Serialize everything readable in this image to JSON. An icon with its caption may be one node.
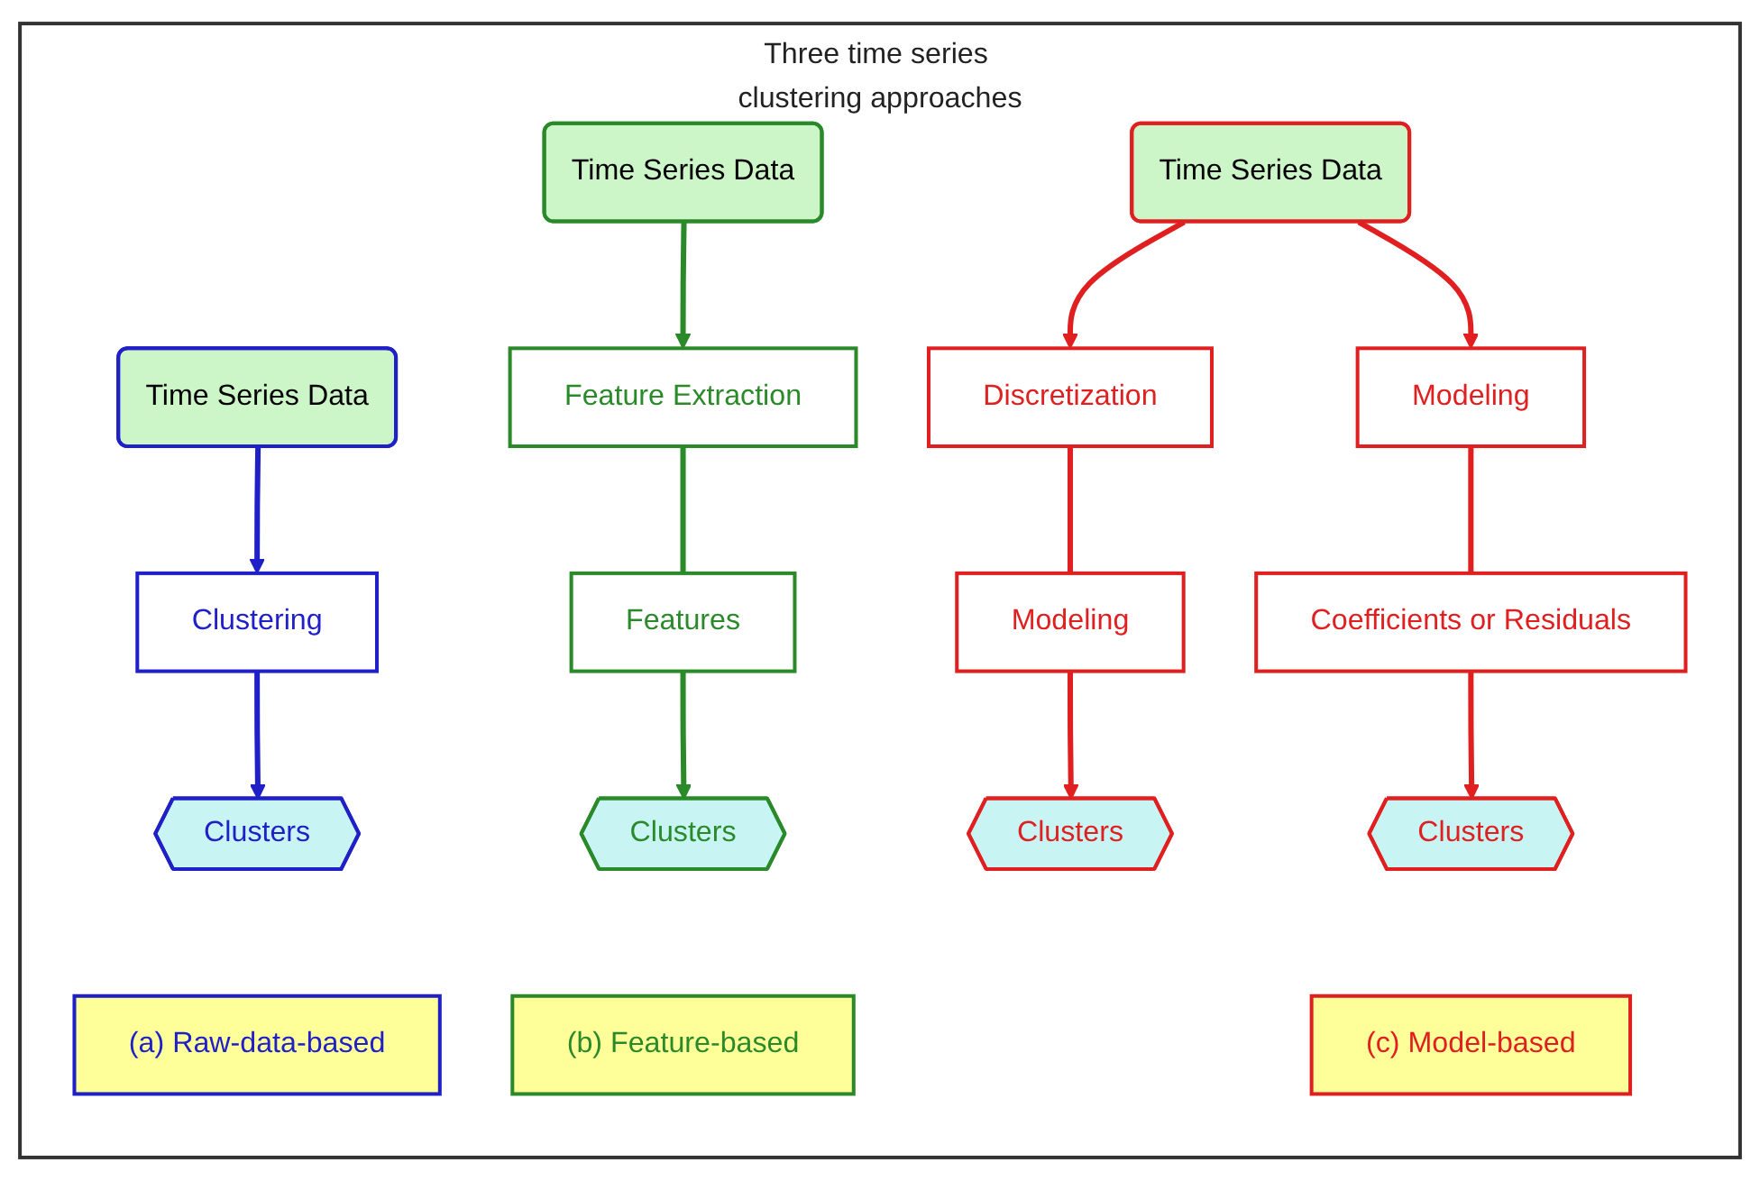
{
  "diagram": {
    "nodes": [
      {
        "text": [
          "Three time series clustering approaches"
        ]
      },
      {
        "text": [
          "Time Series Data"
        ],
        "in": 0
      },
      {
        "text": [
          "Clustering"
        ],
        "in": 0
      },
      {
        "text": [
          "Clusters"
        ],
        "in": 0
      },
      {
        "text": [
          "(a) Raw-data-based"
        ],
        "in": 0
      },
      {
        "text": [
          "Time Series Data"
        ],
        "in": 0
      },
      {
        "text": [
          "Feature Extraction"
        ],
        "in": 0
      },
      {
        "text": [
          "Features"
        ],
        "in": 0
      },
      {
        "text": [
          "Clusters"
        ],
        "in": 0
      },
      {
        "text": [
          "(b) Feature-based"
        ],
        "in": 0
      },
      {
        "text": [
          "Time Series Data"
        ],
        "in": 0
      },
      {
        "text": [
          "Discretization"
        ],
        "in": 0
      },
      {
        "text": [
          "Modeling"
        ],
        "in": 0
      },
      {
        "text": [
          "Clusters"
        ],
        "in": 0
      },
      {
        "text": [
          "Modeling"
        ],
        "in": 0
      },
      {
        "text": [
          "Coefficients or Residuals"
        ],
        "in": 0
      },
      {
        "text": [
          "Clusters"
        ],
        "in": 0
      },
      {
        "text": [
          "(c) Model-based"
        ],
        "in": 0
      }
    ],
    "edges": [
      {
        "from": 1,
        "to": 2,
        "arrow": "to",
        "color": "#2020c8"
      },
      {
        "from": 2,
        "to": 3,
        "arrow": "to",
        "color": "#2020c8"
      },
      {
        "from": 5,
        "to": 6,
        "arrow": "to",
        "color": "#2a8a2a"
      },
      {
        "from": 6,
        "to": 7,
        "arrow": "none",
        "color": "#2a8a2a"
      },
      {
        "from": 7,
        "to": 8,
        "arrow": "to",
        "color": "#2a8a2a"
      },
      {
        "from": 10,
        "to": 11,
        "arrow": "to"
      },
      {
        "from": 11,
        "to": 12,
        "arrow": "none"
      },
      {
        "from": 12,
        "to": 13,
        "arrow": "to"
      },
      {
        "from": 10,
        "to": 14,
        "arrow": "to"
      },
      {
        "from": 14,
        "to": 15,
        "arrow": "none"
      },
      {
        "from": 15,
        "to": 16,
        "arrow": "to"
      }
    ]
  }
}
